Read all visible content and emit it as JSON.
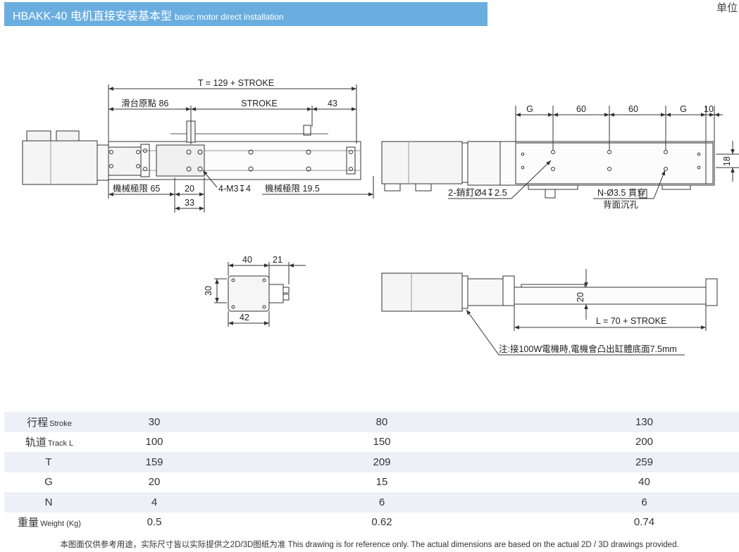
{
  "header": {
    "title": "HBAKK-40 电机直接安装基本型",
    "subtitle": "basic motor direct installation",
    "unit_label": "单位"
  },
  "drawing": {
    "front_view": {
      "total_length": "T = 129 + STROKE",
      "origin": "滑台原點 86",
      "stroke": "STROKE",
      "right_offset": "43",
      "mech_limit_left": "機械極限 65",
      "dim_20": "20",
      "dim_33": "33",
      "screw_holes": "4-M3",
      "screw_depth": "4",
      "mech_limit_right": "機械極限 19.5"
    },
    "top_view": {
      "g_left": "G",
      "pitch_1": "60",
      "pitch_2": "60",
      "g_right": "G",
      "end_10": "10",
      "height_18": "18",
      "pin_label": "2-銷釘Ø4",
      "pin_depth": "2.5",
      "hole_label": "N-Ø3.5 貫穿",
      "hole_sub": "背面沉孔"
    },
    "end_view": {
      "width_40": "40",
      "offset_21": "21",
      "height_30": "30",
      "base_42": "42"
    },
    "side_view": {
      "height_20": "20",
      "length": "L = 70 + STROKE",
      "note": "注:接100W電機時,電機會凸出缸體底面7.5mm"
    }
  },
  "table": {
    "rows": [
      {
        "label": "行程",
        "label_en": "Stroke",
        "v1": "30",
        "v2": "80",
        "v3": "130"
      },
      {
        "label": "轨道",
        "label_en": "Track L",
        "v1": "100",
        "v2": "150",
        "v3": "200"
      },
      {
        "label": "T",
        "label_en": "",
        "v1": "159",
        "v2": "209",
        "v3": "259"
      },
      {
        "label": "G",
        "label_en": "",
        "v1": "20",
        "v2": "15",
        "v3": "40"
      },
      {
        "label": "N",
        "label_en": "",
        "v1": "4",
        "v2": "6",
        "v3": "6"
      },
      {
        "label": "重量",
        "label_en": "Weight (Kg)",
        "v1": "0.5",
        "v2": "0.62",
        "v3": "0.74"
      }
    ]
  },
  "footer": {
    "note": "本图面仅供参考用途，实际尺寸皆以实际提供之2D/3D图纸为准 This drawing is for reference only. The actual dimensions are based on the actual 2D / 3D drawings provided."
  }
}
